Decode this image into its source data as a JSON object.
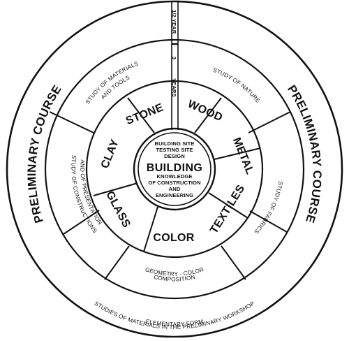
{
  "diagram": {
    "outer_ring": {
      "left_label": "PRELIMINARY COURSE",
      "right_label": "PRELIMINARY COURSE",
      "bottom_line1": "STUDIES OF MATERIALS IN THE PRELIMINARY WORKSHOP",
      "bottom_line2": "ELEMENTARY FORM"
    },
    "timeline": {
      "top": "1/2 YEAR",
      "middle": "3",
      "bottom": "YEARS"
    },
    "second_ring": {
      "top_left": [
        "STUDY OF MATERIALS",
        "AND TOOLS"
      ],
      "top_right": "STUDY OF NATURE",
      "right": "STUDY OF FABRICS",
      "bottom": [
        "GEOMETRY - COLOR",
        "COMPOSITION"
      ],
      "left": [
        "STUDY OF CONSTRUCTIONS",
        "AND OF PRESENTATION"
      ]
    },
    "materials": [
      "STONE",
      "WOOD",
      "METAL",
      "TEXTILES",
      "COLOR",
      "GLASS",
      "CLAY"
    ],
    "center": {
      "top_lines": [
        "BUILDING SITE",
        "TESTING SITE",
        "DESIGN"
      ],
      "main": "BUILDING",
      "bottom_lines": [
        "KNOWLEDGE",
        "OF CONSTRUCTION",
        "AND",
        "ENGINEERING"
      ]
    }
  }
}
